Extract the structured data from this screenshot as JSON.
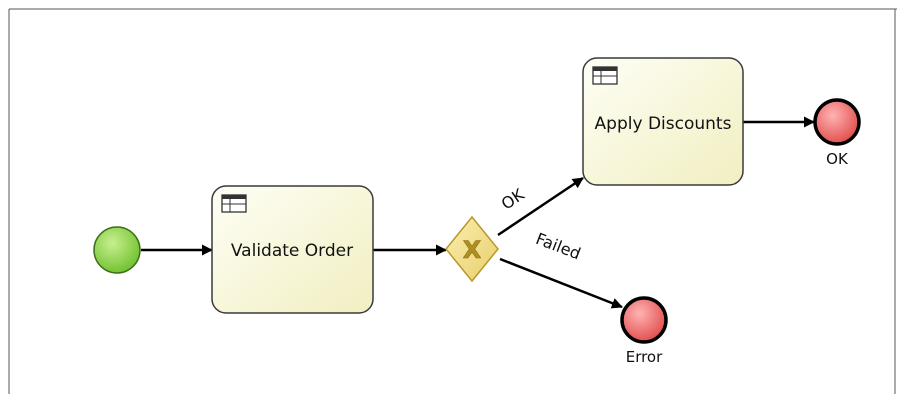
{
  "diagram": {
    "tasks": {
      "validate_order": {
        "label": "Validate Order",
        "icon": "table-icon"
      },
      "apply_discounts": {
        "label": "Apply Discounts",
        "icon": "table-icon"
      }
    },
    "gateway": {
      "type": "exclusive",
      "marker": "X"
    },
    "events": {
      "start": {
        "type": "start",
        "label": ""
      },
      "end_ok": {
        "type": "end",
        "label": "OK"
      },
      "end_error": {
        "type": "end",
        "label": "Error"
      }
    },
    "flows": {
      "start_to_validate": {
        "label": ""
      },
      "validate_to_gateway": {
        "label": ""
      },
      "gateway_to_discounts": {
        "label": "OK"
      },
      "gateway_to_error": {
        "label": "Failed"
      },
      "discounts_to_end": {
        "label": ""
      }
    },
    "colors": {
      "task_fill_light": "#fdfdf2",
      "task_fill_dark": "#f3f1c4",
      "task_stroke": "#3a3a3a",
      "start_fill": "#8fd14f",
      "end_fill": "#ef6a6a",
      "gateway_fill": "#f2dd8a",
      "gateway_marker": "#b79a2c",
      "edge": "#000000",
      "frame": "#555555"
    }
  }
}
